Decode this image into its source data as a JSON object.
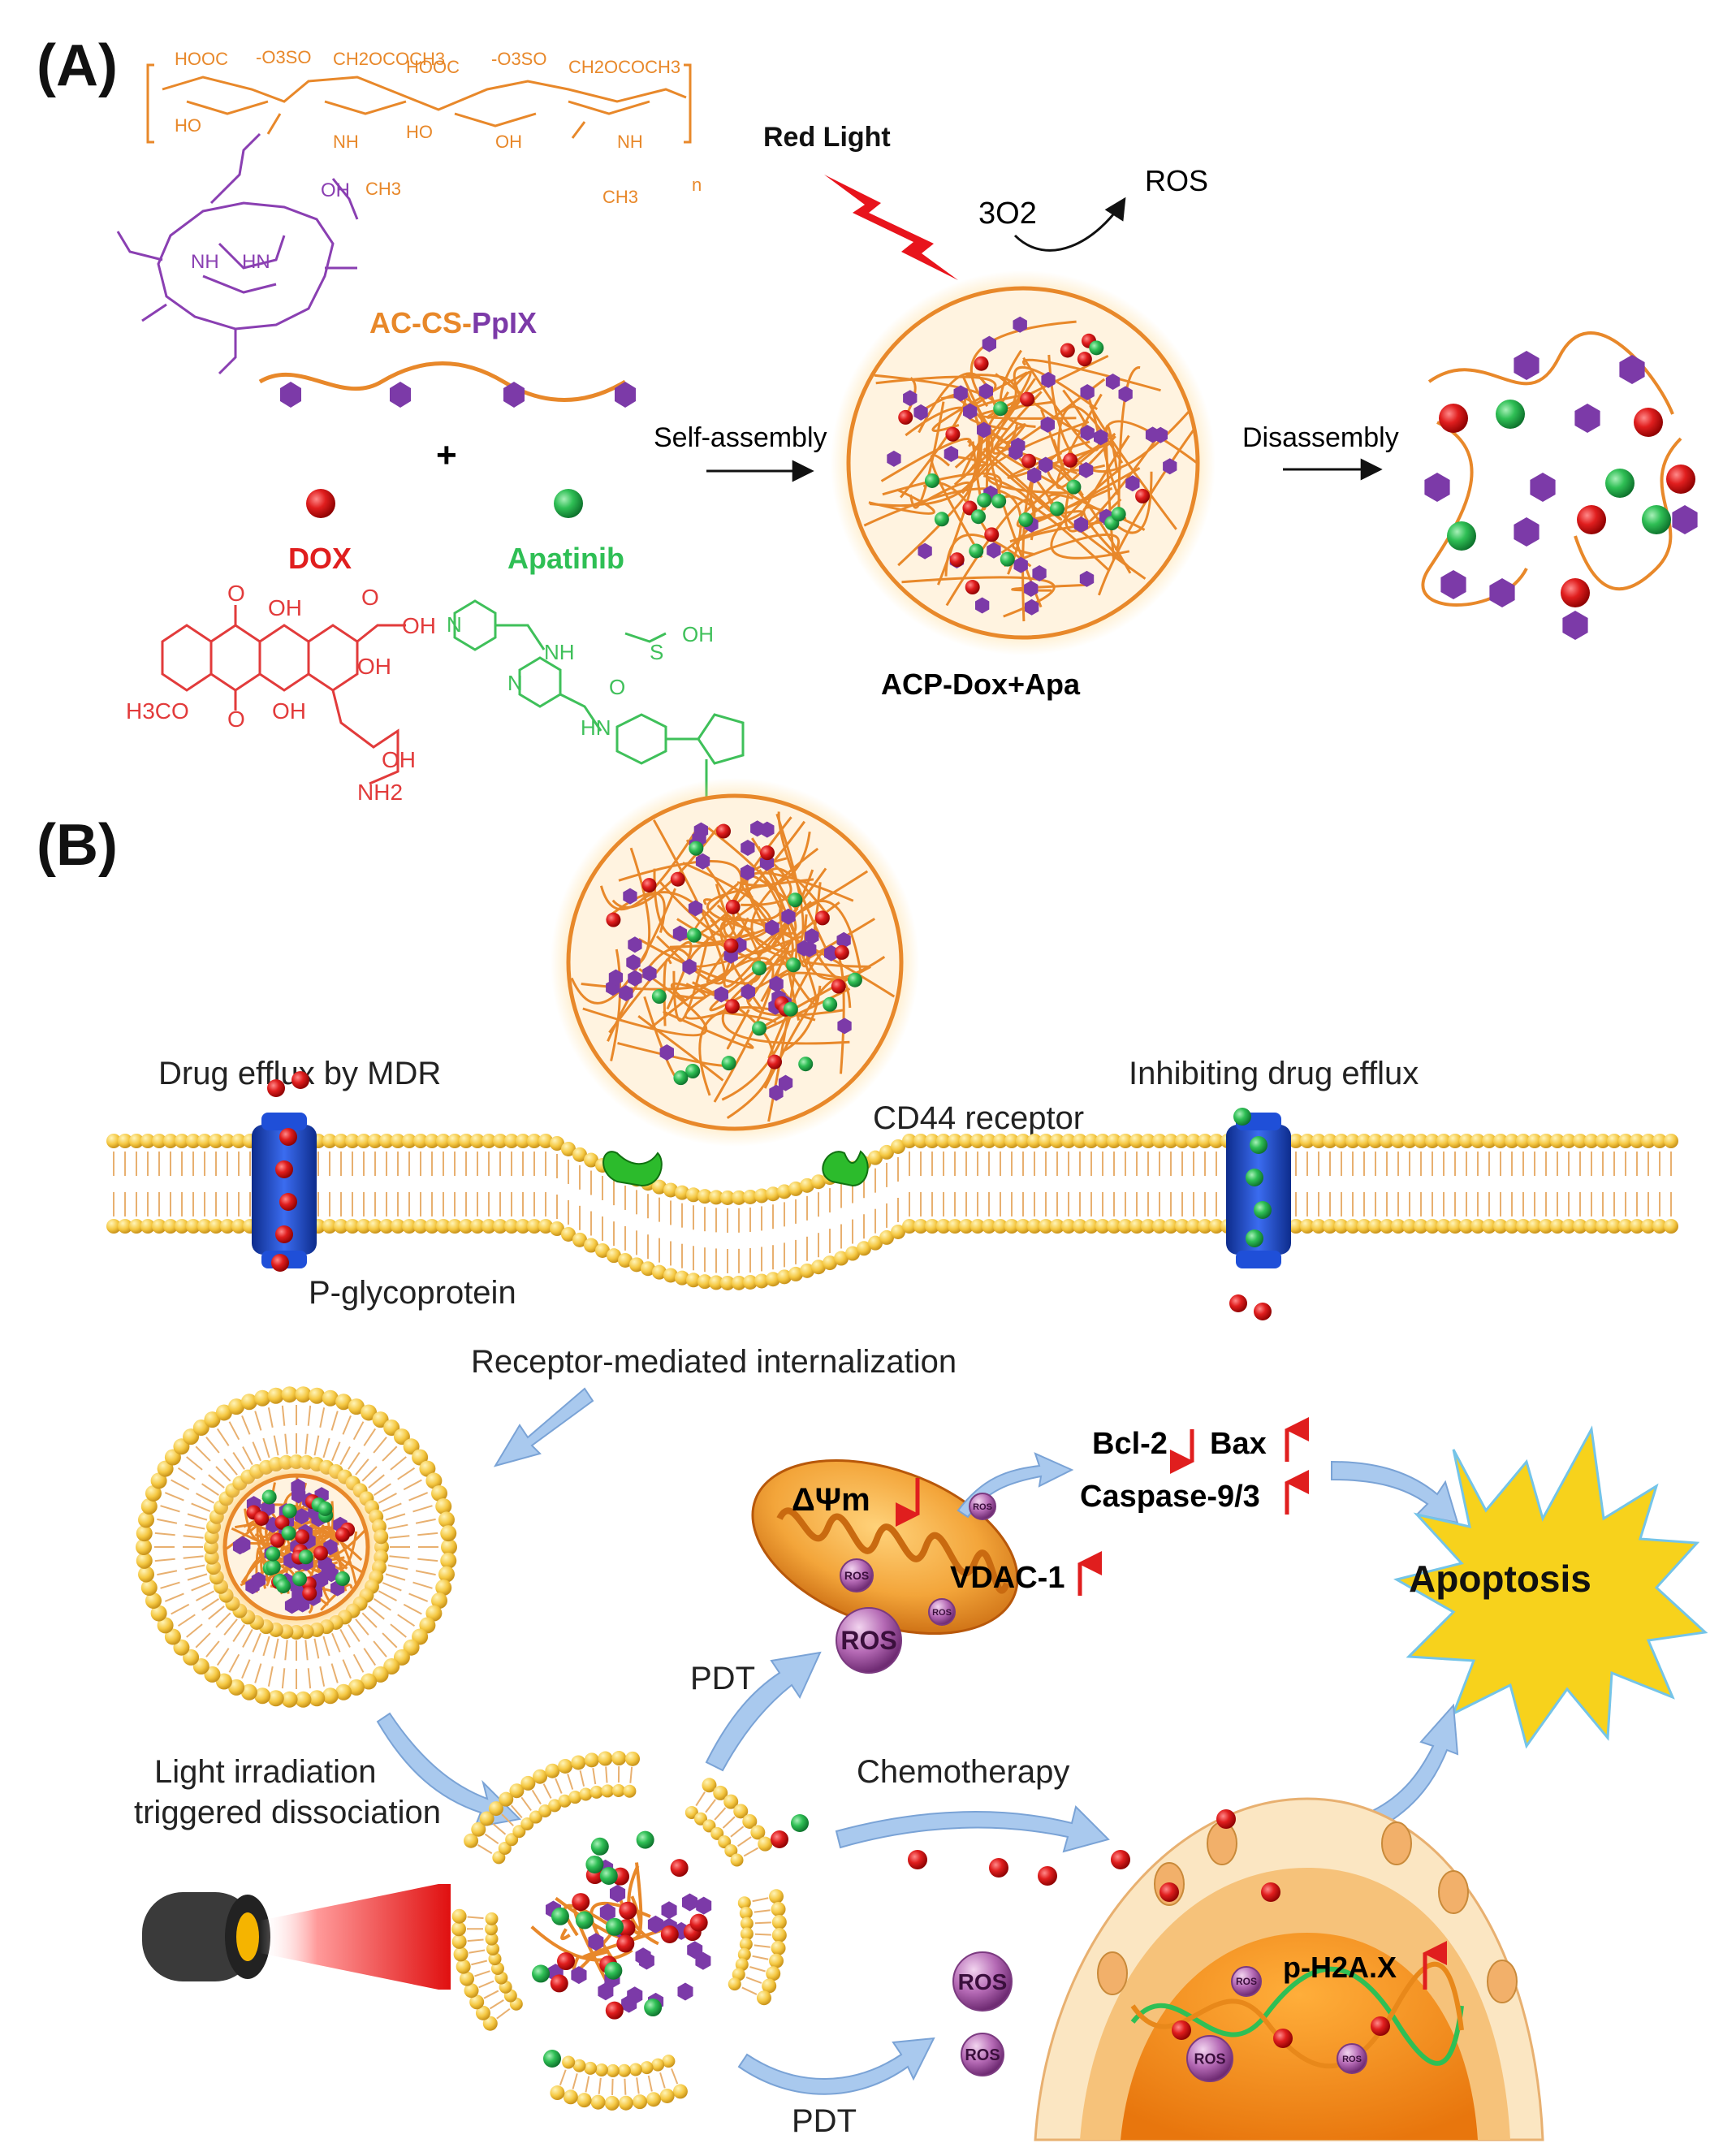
{
  "panels": {
    "a": "(A)",
    "b": "(B)"
  },
  "panel_a": {
    "polymer_labels": [
      "HOOC",
      "-O3SO",
      "CH2OCOCH3",
      "HOOC",
      "-O3SO",
      "CH2OCOCH3",
      "HO",
      "HO",
      "OH",
      "NH",
      "NH",
      "CH3",
      "CH3",
      "n",
      "OH"
    ],
    "polymer_name": {
      "part1": "AC-CS-",
      "part2": "PpIX"
    },
    "plus": "+",
    "dox": "DOX",
    "apatinib": "Apatinib",
    "dox_chem": [
      "O",
      "OH",
      "O",
      "OH",
      "OH",
      "H3CO",
      "O",
      "OH",
      "OH",
      "NH2"
    ],
    "apa_chem": [
      "N",
      "NH",
      "N",
      "O",
      "HN",
      "OH",
      "S",
      "N"
    ],
    "red_light": "Red  Light",
    "o2": "3O2",
    "ros": "ROS",
    "self_assembly": "Self-assembly",
    "disassembly": "Disassembly",
    "np_name": "ACP-Dox+Apa"
  },
  "panel_b": {
    "drug_efflux": "Drug efflux by MDR",
    "cd44": "CD44 receptor",
    "inhibiting": "Inhibiting drug efflux",
    "pgp": "P-glycoprotein",
    "internalization": "Receptor-mediated internalization",
    "delta_psi": "ΔΨm",
    "bcl2": "Bcl-2",
    "bax": "Bax",
    "caspase": "Caspase-9/3",
    "vdac": "VDAC-1",
    "apoptosis": "Apoptosis",
    "pdt1": "PDT",
    "pdt2": "PDT",
    "light1": "Light  irradiation",
    "light2": "triggered dissociation",
    "chemo": "Chemotherapy",
    "ros_labels": [
      "ROS",
      "ROS",
      "ROS",
      "ROS",
      "ROS",
      "ROS",
      "ROS",
      "ROS",
      "ROS"
    ],
    "ph2ax": "p-H2A.X"
  },
  "colors": {
    "polymer": "#e8882a",
    "ppix": "#7c3aa8",
    "dox": "#e01e1e",
    "apatinib": "#2fbf55",
    "membrane": "#f5c842",
    "pgp": "#1f4fd8",
    "cd44": "#2cbb2c",
    "apoptosis": "#f7d21c",
    "arrow": "#a9c9ee"
  }
}
